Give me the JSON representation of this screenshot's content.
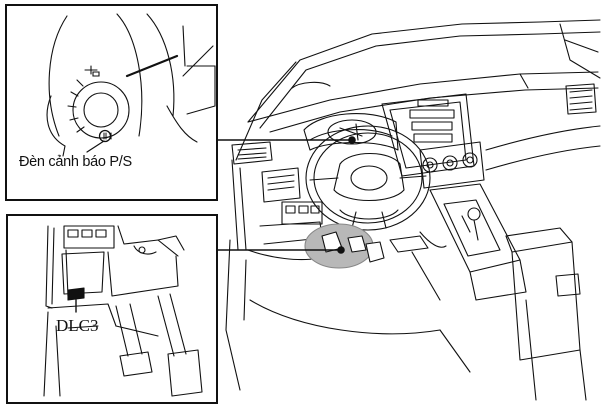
{
  "diagram": {
    "callouts": [
      {
        "id": "instrument-cluster",
        "label": "Đèn cảnh báo P/S"
      },
      {
        "id": "dlc-connector",
        "label": "DLC3"
      }
    ]
  },
  "colors": {
    "line": "#111111",
    "highlight": "#b8b8b8",
    "background": "#ffffff"
  }
}
